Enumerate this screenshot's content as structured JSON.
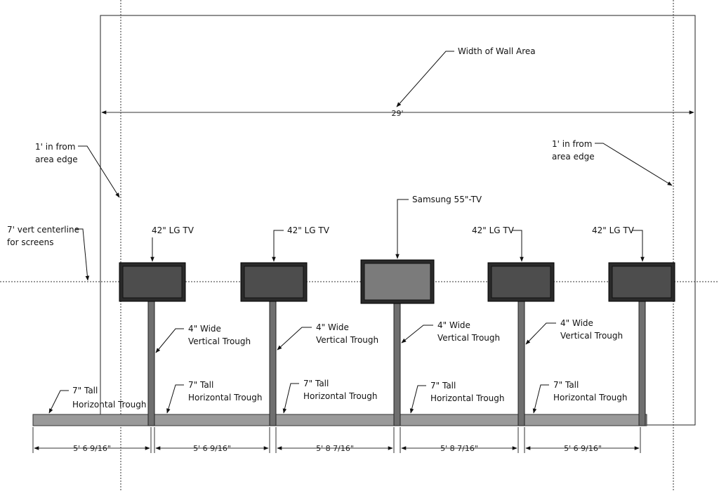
{
  "wall": {
    "width_label": "29'",
    "callout": "Width of Wall Area"
  },
  "edge_callouts": [
    {
      "line1": "1' in from",
      "line2": "area edge"
    },
    {
      "line1": "1' in from",
      "line2": "area edge"
    }
  ],
  "centerline": {
    "line1": "7' vert centerline",
    "line2": "for screens"
  },
  "screens": [
    {
      "label": "42\" LG TV",
      "type": "lg"
    },
    {
      "label": "42\" LG TV",
      "type": "lg"
    },
    {
      "label": "Samsung 55\"-TV",
      "type": "samsung"
    },
    {
      "label": "42\" LG TV",
      "type": "lg"
    },
    {
      "label": "42\" LG TV",
      "type": "lg"
    }
  ],
  "vertical_trough": {
    "line1": "4\" Wide",
    "line2": "Vertical Trough"
  },
  "horizontal_trough": {
    "line1": "7\" Tall",
    "line2": "Horizontal Trough"
  },
  "spacing_dimensions": [
    "5' 6 9/16\"",
    "5' 6 9/16\"",
    "5' 8 7/16\"",
    "5' 8 7/16\"",
    "5' 6 9/16\""
  ],
  "colors": {
    "tv_frame": "#2a2a2a",
    "lg_screen": "#4d4d4d",
    "samsung_screen": "#7b7b7b",
    "trough": "#9a9a9a"
  }
}
